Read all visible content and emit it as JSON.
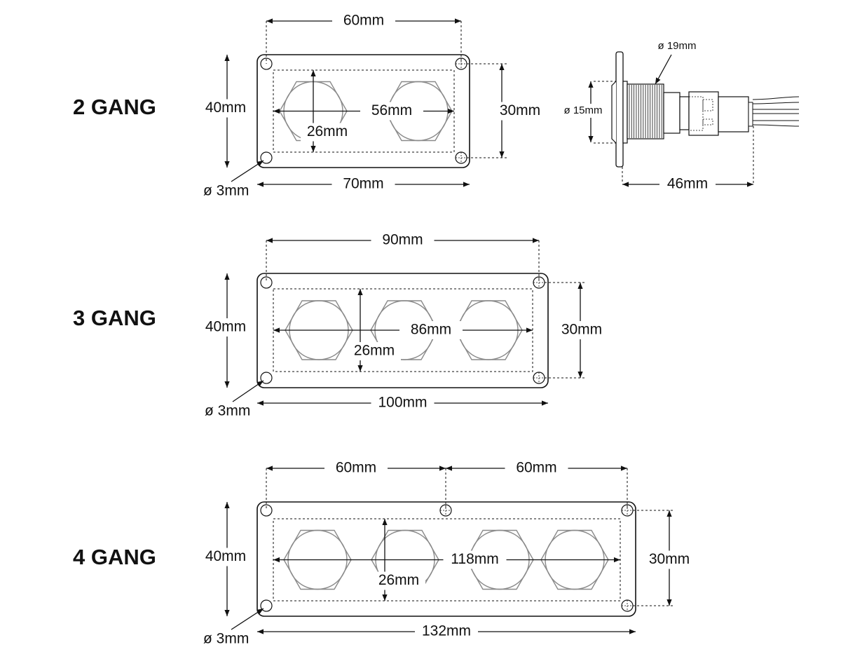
{
  "panels": [
    {
      "title": "2 GANG",
      "gangs": 2,
      "top_dims": [
        "60mm"
      ],
      "height": "40mm",
      "hole_spacing_v": "30mm",
      "width": "70mm",
      "inner_width": "56mm",
      "switch_size": "26mm",
      "hole_dia": "ø 3mm"
    },
    {
      "title": "3 GANG",
      "gangs": 3,
      "top_dims": [
        "90mm"
      ],
      "height": "40mm",
      "hole_spacing_v": "30mm",
      "width": "100mm",
      "inner_width": "86mm",
      "switch_size": "26mm",
      "hole_dia": "ø 3mm"
    },
    {
      "title": "4 GANG",
      "gangs": 4,
      "top_dims": [
        "60mm",
        "60mm"
      ],
      "height": "40mm",
      "hole_spacing_v": "30mm",
      "width": "132mm",
      "inner_width": "118mm",
      "switch_size": "26mm",
      "hole_dia": "ø 3mm"
    }
  ],
  "side_view": {
    "thread_dia": "ø 19mm",
    "bezel_dia": "ø 15mm",
    "depth": "46mm"
  },
  "colors": {
    "line": "#111111",
    "switch_outline": "#8a8a8a"
  }
}
